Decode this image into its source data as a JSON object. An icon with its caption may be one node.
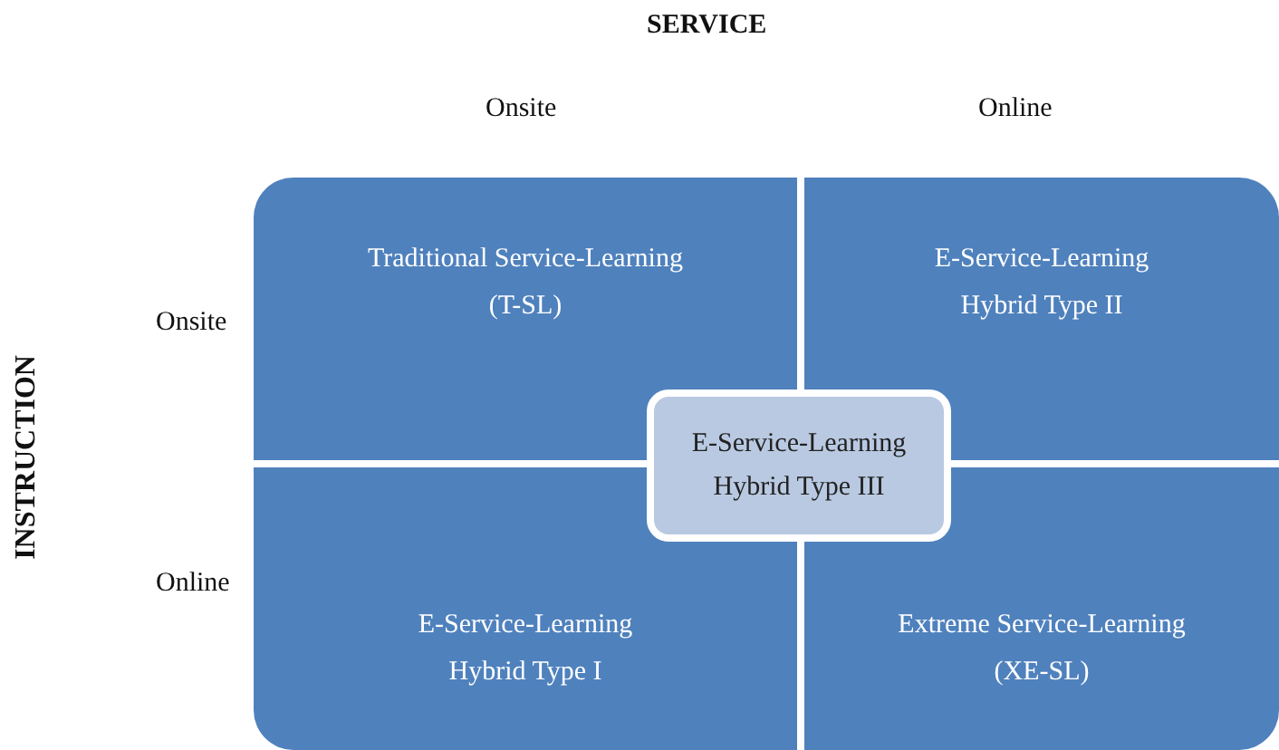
{
  "diagram": {
    "nodes": [
      {
        "text": [
          "Traditional Service-Learning (T-SL)"
        ]
      },
      {
        "text": [
          "E-Service-Learning Hybrid Type II"
        ]
      },
      {
        "text": [
          "E-Service-Learning Hybrid Type III"
        ]
      },
      {
        "text": [
          "E-Service-Learning Hybrid Type I"
        ]
      },
      {
        "text": [
          "Extreme Service-Learning (XE-SL)"
        ]
      }
    ],
    "edges": [],
    "labels": [
      "SERVICE",
      "Onsite",
      "Online",
      "Onsite",
      "INSTRUCTION",
      "Online"
    ]
  }
}
